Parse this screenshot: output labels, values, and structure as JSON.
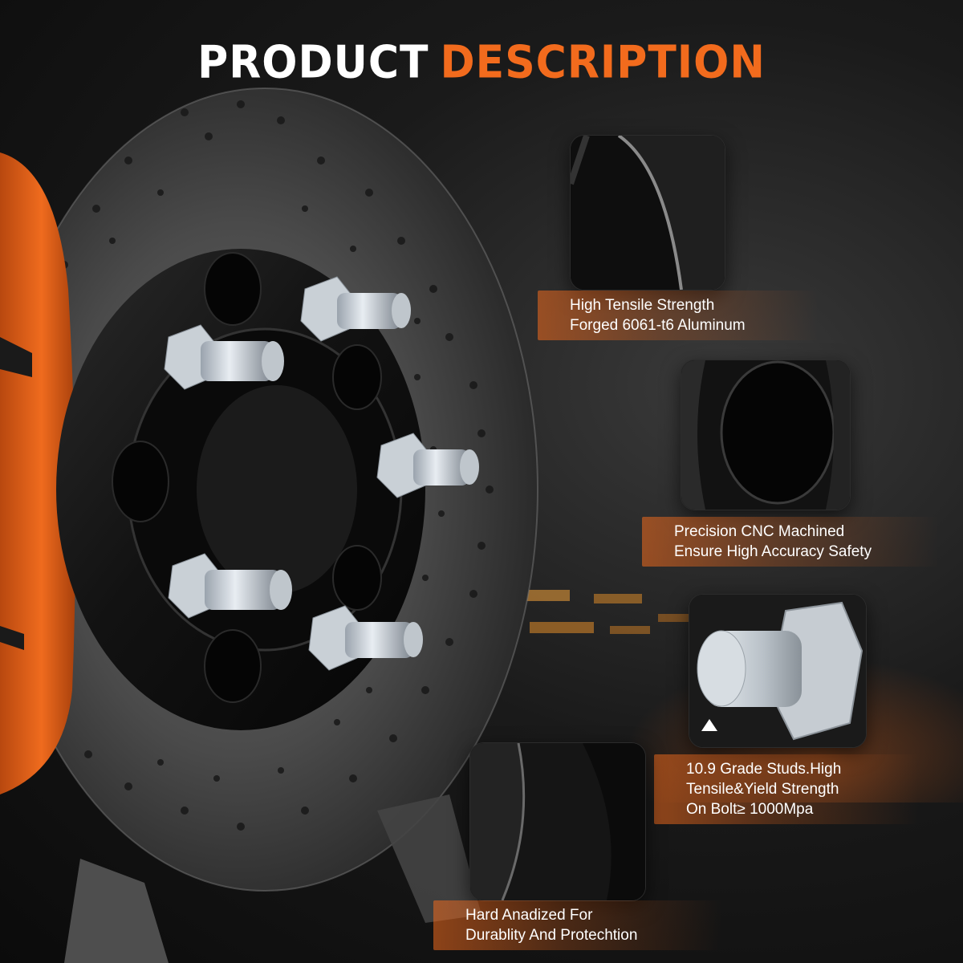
{
  "headline": {
    "word1": "PRODUCT",
    "word2": "DESCRIPTION"
  },
  "features": [
    {
      "lines": [
        "High Tensile Strength",
        "Forged 6061-t6 Aluminum"
      ]
    },
    {
      "lines": [
        "Precision CNC Machined",
        "Ensure High Accuracy Safety"
      ]
    },
    {
      "lines": [
        "10.9 Grade Studs.High",
        "Tensile&Yield Strength",
        "On Bolt≥ 1000Mpa"
      ]
    },
    {
      "lines": [
        "Hard Anadized For",
        "Durablity And Protechtion"
      ]
    }
  ],
  "colors": {
    "accent": "#f26b1d",
    "caliper": "#e8661e",
    "spacer": "#111111",
    "rotor": "#5a5a5a"
  },
  "icons": {
    "card1": "spacer-edge-closeup-icon",
    "card2": "spacer-bore-closeup-icon",
    "card3": "wheel-stud-closeup-icon",
    "card4": "anodized-surface-closeup-icon"
  }
}
